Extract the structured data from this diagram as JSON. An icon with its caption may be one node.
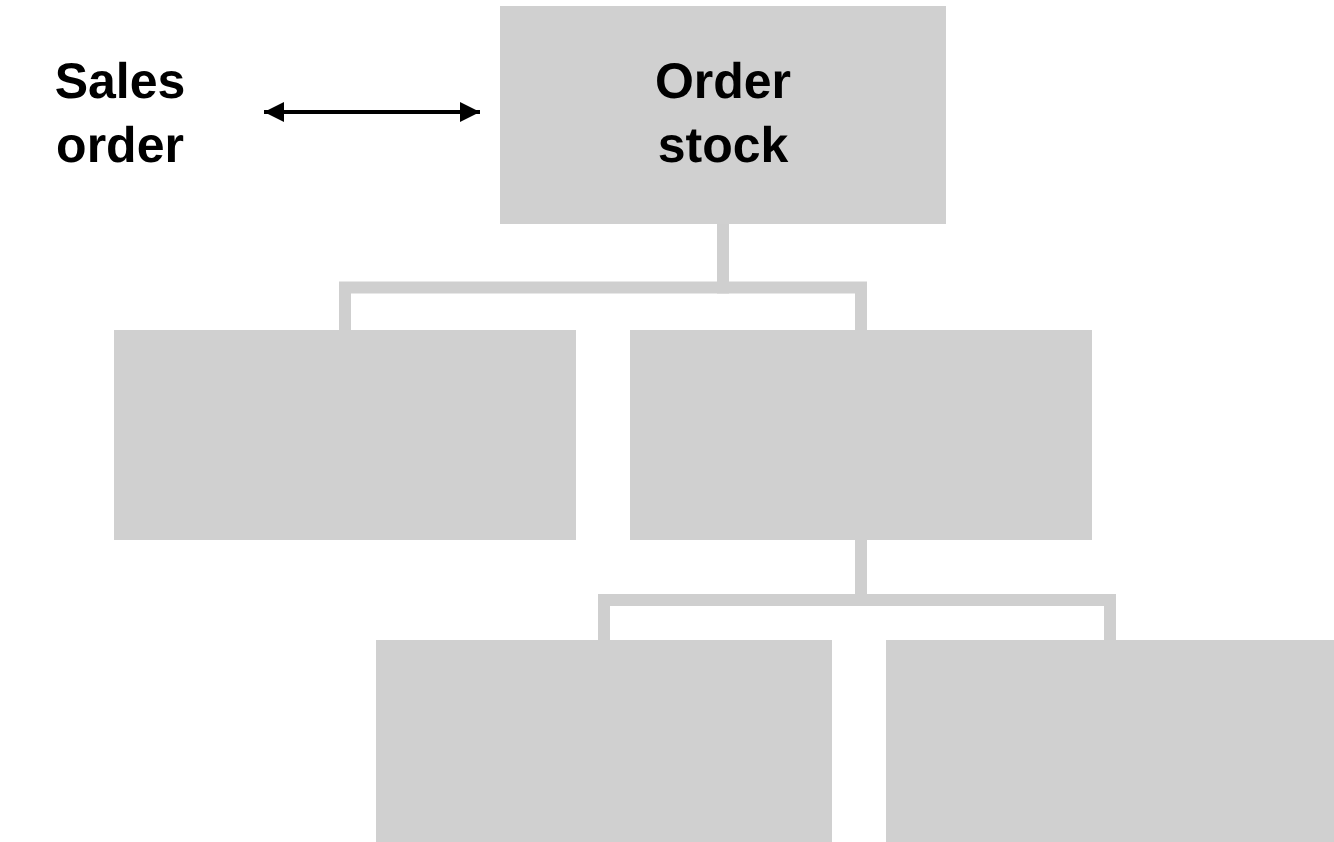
{
  "diagram": {
    "nodes": [
      {
        "text": [
          "Sales order"
        ]
      },
      {
        "text": [
          "Order stock"
        ]
      },
      {
        "text": [],
        "shape": "box"
      },
      {
        "text": [],
        "shape": "box"
      },
      {
        "text": [],
        "shape": "box"
      },
      {
        "text": [],
        "shape": "box"
      }
    ],
    "edges": [
      {
        "from": 0,
        "to": 1,
        "arrow": "both",
        "color": "#000000"
      },
      {
        "from": 1,
        "to": 2,
        "arrow": "none"
      },
      {
        "from": 1,
        "to": 3,
        "arrow": "none"
      },
      {
        "from": 3,
        "to": 4,
        "arrow": "none"
      },
      {
        "from": 3,
        "to": 5,
        "arrow": "none"
      }
    ]
  }
}
